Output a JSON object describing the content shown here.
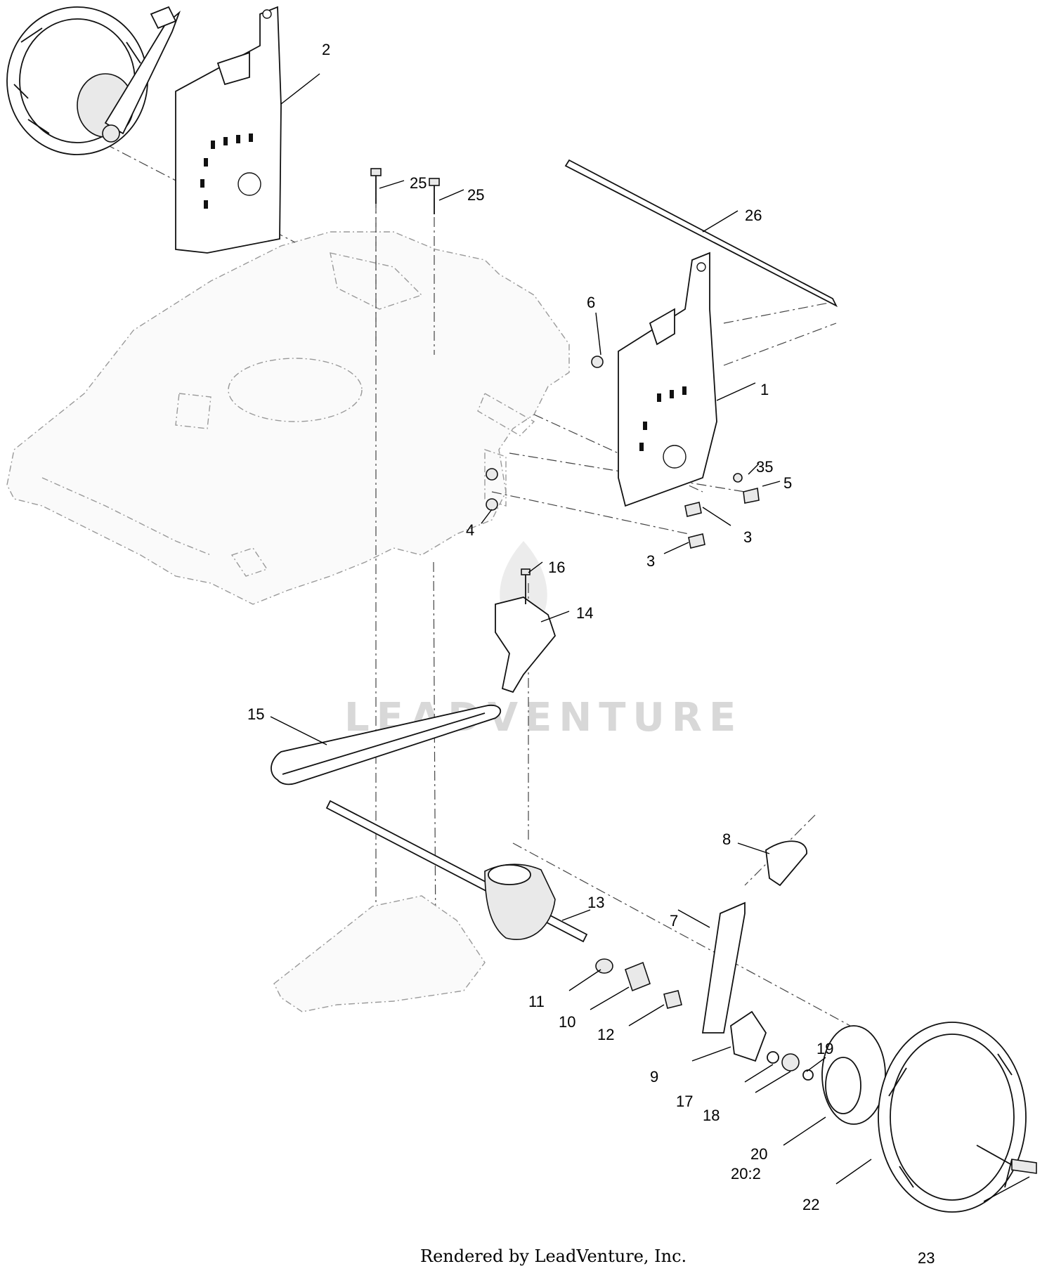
{
  "callouts": {
    "c1": "1",
    "c2": "2",
    "c3a": "3",
    "c3b": "3",
    "c4": "4",
    "c5": "5",
    "c6": "6",
    "c7": "7",
    "c8": "8",
    "c9": "9",
    "c10": "10",
    "c11": "11",
    "c12": "12",
    "c13": "13",
    "c14": "14",
    "c15": "15",
    "c16": "16",
    "c17": "17",
    "c18": "18",
    "c19": "19",
    "c20": "20",
    "c20b": "20:2",
    "c22": "22",
    "c23": "23",
    "c25a": "25",
    "c25b": "25",
    "c26": "26",
    "c35": "35"
  },
  "watermark": "LEADVENTURE",
  "footer": "Rendered by LeadVenture, Inc."
}
